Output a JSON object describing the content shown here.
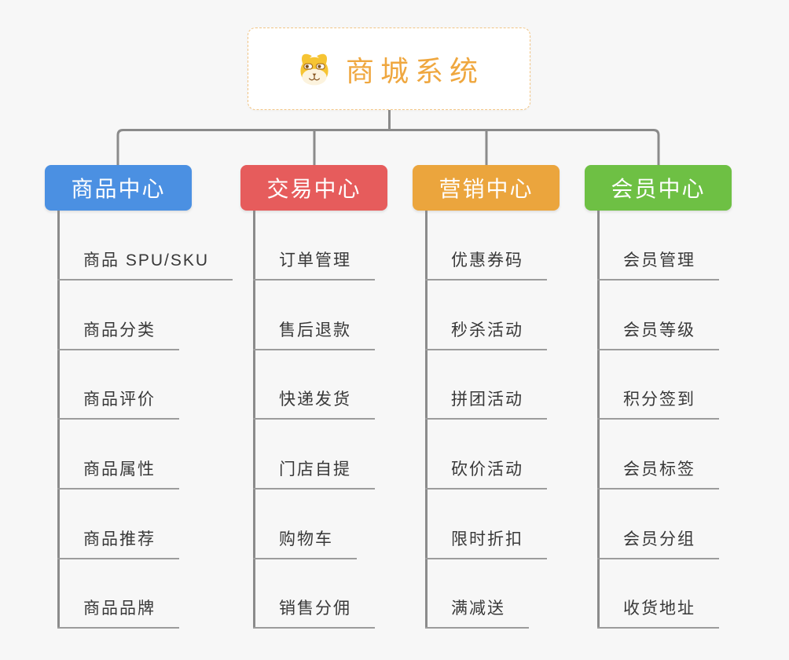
{
  "page": {
    "background_color": "#f7f7f7",
    "connector_color": "#8b8b8b",
    "leaf_underline_color": "#9c9c9c",
    "leaf_text_color": "#383838"
  },
  "root": {
    "title": "商城系统",
    "icon": "dog-icon",
    "title_color": "#efa73f",
    "border_color": "#f2c585"
  },
  "branches": [
    {
      "label": "商品中心",
      "color": "#4b90e2",
      "items": [
        "商品 SPU/SKU",
        "商品分类",
        "商品评价",
        "商品属性",
        "商品推荐",
        "商品品牌"
      ]
    },
    {
      "label": "交易中心",
      "color": "#e65c5c",
      "items": [
        "订单管理",
        "售后退款",
        "快递发货",
        "门店自提",
        "购物车",
        "销售分佣"
      ]
    },
    {
      "label": "营销中心",
      "color": "#eba53d",
      "items": [
        "优惠券码",
        "秒杀活动",
        "拼团活动",
        "砍价活动",
        "限时折扣",
        "满减送"
      ]
    },
    {
      "label": "会员中心",
      "color": "#6ec044",
      "items": [
        "会员管理",
        "会员等级",
        "积分签到",
        "会员标签",
        "会员分组",
        "收货地址"
      ]
    }
  ]
}
